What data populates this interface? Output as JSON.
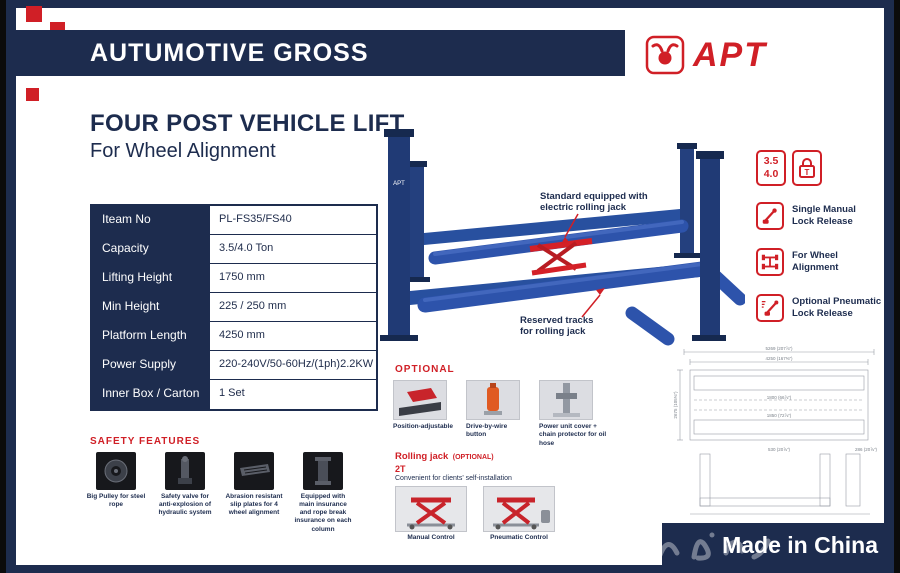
{
  "colors": {
    "navy": "#1d2c4e",
    "red": "#d01f26",
    "blue": "#2d53ab",
    "orange": "#e05a22"
  },
  "header": {
    "title": "AUTUMOTIVE GROSS"
  },
  "logo": {
    "text": "APT",
    "icon": "bull-head-icon"
  },
  "intro": {
    "title": "FOUR POST VEHICLE LIFT",
    "subtitle": "For Wheel Alignment"
  },
  "spec_table": {
    "rows": [
      {
        "label": "Iteam No",
        "value": "PL-FS35/FS40"
      },
      {
        "label": "Capacity",
        "value": "3.5/4.0 Ton"
      },
      {
        "label": "Lifting Height",
        "value": "1750 mm"
      },
      {
        "label": "Min Height",
        "value": "225 / 250 mm"
      },
      {
        "label": "Platform Length",
        "value": "4250 mm"
      },
      {
        "label": "Power Supply",
        "value": "220-240V/50-60Hz/(1ph)2.2KW"
      },
      {
        "label": "Inner Box / Carton",
        "value": "1 Set"
      }
    ]
  },
  "safety": {
    "heading": "SAFETY FEATURES",
    "items": [
      {
        "icon": "pulley-icon",
        "caption": "Big Pulley for steel rope"
      },
      {
        "icon": "safety-valve-icon",
        "caption": "Safety valve for anti-explosion of hydraulic system"
      },
      {
        "icon": "slip-plate-icon",
        "caption": "Abrasion resistant slip plates for 4 wheel alignment"
      },
      {
        "icon": "column-insurance-icon",
        "caption": "Equipped with main insurance and rope break insurance on each column"
      }
    ]
  },
  "illustration": {
    "column_brand": "APT",
    "callout_top_1": "Standard equipped with",
    "callout_top_2": "electric rolling jack",
    "callout_bottom_1": "Reserved tracks",
    "callout_bottom_2": "for rolling jack"
  },
  "features": {
    "badge": {
      "line1": "3.5",
      "line2": "4.0",
      "lock_letter": "T"
    },
    "items": [
      {
        "icon": "manual-lock-release-icon",
        "label_1": "Single Manual",
        "label_2": "Lock Release"
      },
      {
        "icon": "wheel-alignment-icon",
        "label_1": "For Wheel",
        "label_2": "Alignment"
      },
      {
        "icon": "pneumatic-lock-release-icon",
        "label_1": "Optional Pneumatic",
        "label_2": "Lock Release"
      }
    ]
  },
  "optional": {
    "heading": "OPTIONAL",
    "items": [
      {
        "icon": "position-adjustable-thumb",
        "caption": "Position-adjustable"
      },
      {
        "icon": "drive-by-wire-thumb",
        "caption": "Drive-by-wire button"
      },
      {
        "icon": "power-unit-cover-thumb",
        "caption": "Power unit cover + chain protector for oil hose"
      }
    ]
  },
  "rolling_jack": {
    "title": "Rolling jack",
    "suffix": "(OPTIONAL)",
    "capacity": "2T",
    "note": "Convenient for clients' self-installation",
    "items": [
      {
        "icon": "manual-jack-thumb",
        "caption": "Manual Control"
      },
      {
        "icon": "pneumatic-jack-thumb",
        "caption": "Pneumatic Control"
      }
    ]
  },
  "tech_drawing": {
    "labels": [
      "5269 (207⅞″)",
      "4250 (167⅜″)",
      "2675 (105⅜″)",
      "1800 (66⅞″)",
      "1850 (72⅞″)",
      "530 (20⅞″)",
      "286 (20⅞″)"
    ]
  },
  "footer": {
    "made_in": "Made in China"
  }
}
